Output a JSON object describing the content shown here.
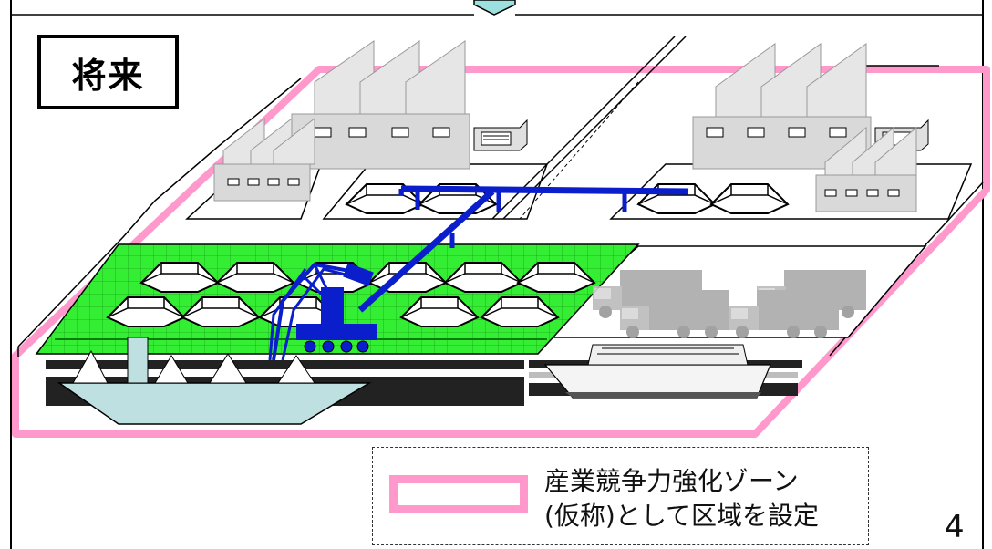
{
  "title": "将来",
  "legend": {
    "line1": "産業競争力強化ゾーン",
    "line2": "(仮称)として区域を設定"
  },
  "page_number": "4",
  "colors": {
    "zone_border": "#ff99cc",
    "yard_green": "#33ee33",
    "conveyor_blue": "#0a1ecc",
    "factory_gray": "#d9d9d9",
    "ship_hull": "#bfe0e0",
    "quay_dark": "#222222"
  },
  "icons": {
    "factory": "factory-icon",
    "stockpile": "stockpile-icon",
    "truck": "truck-icon",
    "ship": "ship-icon",
    "crane": "crane-icon",
    "down_arrow": "down-arrow-icon"
  }
}
